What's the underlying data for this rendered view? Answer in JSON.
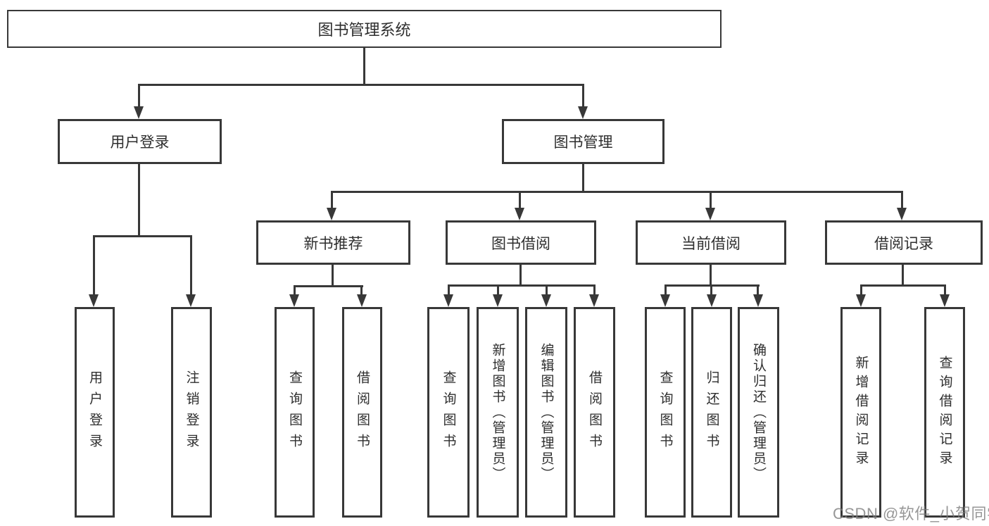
{
  "diagram": {
    "title": "图书管理系统",
    "root": {
      "label": "图书管理系统"
    },
    "level2": [
      {
        "label": "用户登录"
      },
      {
        "label": "图书管理"
      }
    ],
    "level3": [
      {
        "label": "新书推荐"
      },
      {
        "label": "图书借阅"
      },
      {
        "label": "当前借阅"
      },
      {
        "label": "借阅记录"
      }
    ],
    "leaves": [
      {
        "label": "用户登录"
      },
      {
        "label": "注销登录"
      },
      {
        "label": "查询图书"
      },
      {
        "label": "借阅图书"
      },
      {
        "label": "查询图书"
      },
      {
        "label": "新增图书（管理员）"
      },
      {
        "label": "编辑图书（管理员）"
      },
      {
        "label": "借阅图书"
      },
      {
        "label": "查询图书"
      },
      {
        "label": "归还图书"
      },
      {
        "label": "确认归还（管理员）"
      },
      {
        "label": "新增借阅记录"
      },
      {
        "label": "查询借阅记录"
      }
    ]
  },
  "watermark": {
    "text": "CSDN @软件_小贺同学"
  },
  "colors": {
    "line": "#383838",
    "text": "#2e2e2e",
    "watermark": "#7d7d7d",
    "background": "#ffffff"
  }
}
